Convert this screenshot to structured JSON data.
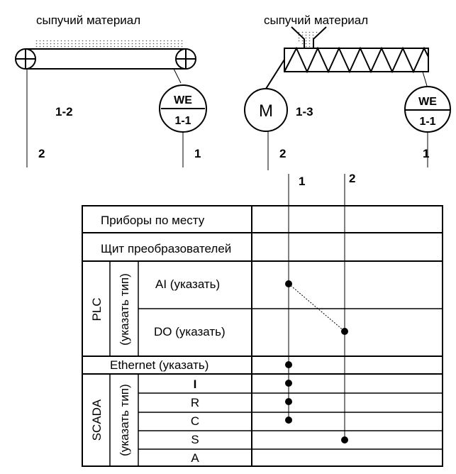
{
  "top": {
    "left": {
      "material_label": "сыпучий материал",
      "loop_number": "1-2",
      "instrument": {
        "tag": "WE",
        "number": "1-1"
      },
      "line_labels": [
        "2",
        "1"
      ]
    },
    "right": {
      "material_label": "сыпучий материал",
      "loop_number": "1-3",
      "motor": {
        "tag": "M"
      },
      "instrument": {
        "tag": "WE",
        "number": "1-1"
      },
      "line_labels": [
        "2",
        "1"
      ]
    }
  },
  "table": {
    "column_labels": [
      "1",
      "2"
    ],
    "rows": {
      "field": "Приборы по месту",
      "converters": "Щит преобразователей",
      "plc": "PLC",
      "plc_type": "(указать тип)",
      "ai": "AI (указать)",
      "do": "DO (указать)",
      "ethernet": "Ethernet (указать)",
      "scada": "SCADA",
      "scada_type": "(указать тип)",
      "scada_items": [
        "I",
        "R",
        "C",
        "S",
        "A"
      ]
    }
  }
}
